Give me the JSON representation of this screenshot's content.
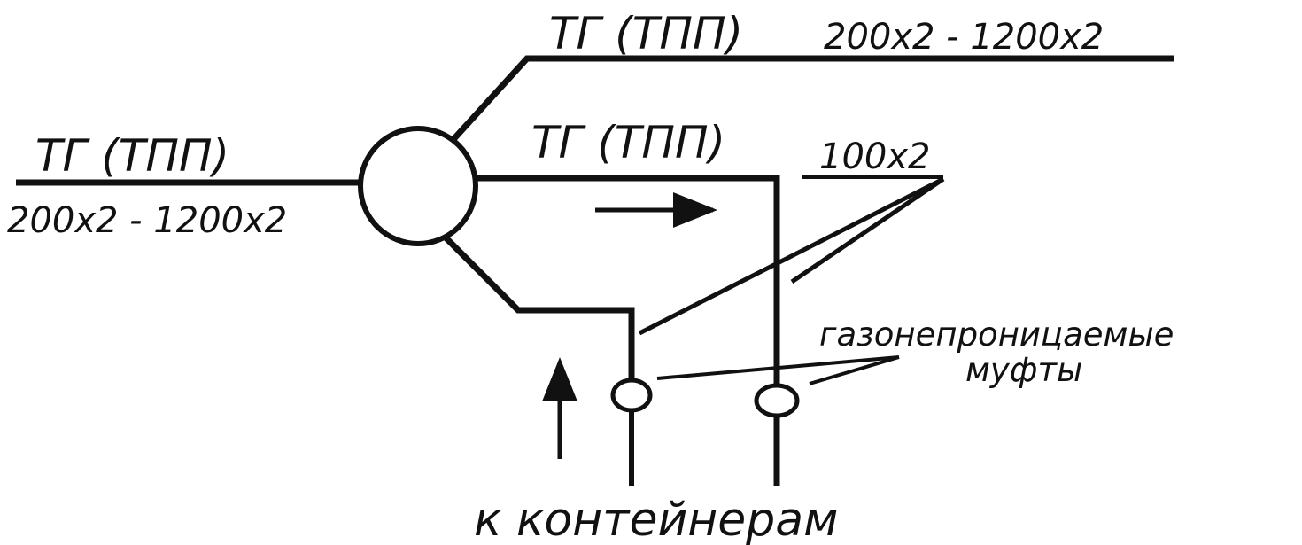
{
  "colors": {
    "ink": "#111111",
    "background": "#ffffff"
  },
  "labels": {
    "input_cable": "ТГ (ТПП)",
    "input_capacity": "200x2 - 1200x2",
    "upper_cable": "ТГ (ТПП)",
    "upper_capacity": "200x2 - 1200x2",
    "middle_cable": "ТГ (ТПП)",
    "middle_capacity": "100x2",
    "couplings_line1": "газонепроницаемые",
    "couplings_line2": "муфты",
    "destination": "к контейнерам"
  }
}
